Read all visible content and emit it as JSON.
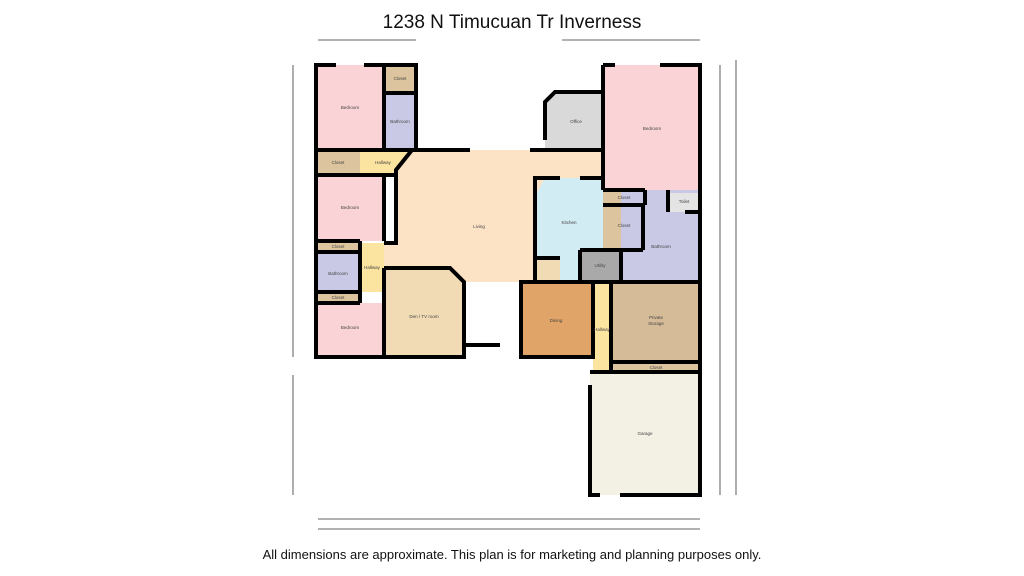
{
  "title": "1238 N Timucuan Tr Inverness",
  "footer": "All dimensions are approximate. This plan is for marketing and planning purposes only.",
  "colors": {
    "bedroom": "#f9d3d6",
    "closet": "#dcc49e",
    "bathroom": "#c9c9e6",
    "hallway": "#fbe3a0",
    "living": "#fde3c6",
    "den": "#f0dbb4",
    "office": "#d9d9d9",
    "kitchen": "#d2ecf3",
    "dining": "#e1a468",
    "utility": "#a9a9a9",
    "storage": "#d6bb98",
    "garage": "#f2f1e4",
    "toilet": "#e4e4e4"
  },
  "rooms": {
    "bedroom_1": "Bedroom",
    "closet_1": "Closet",
    "bathroom_1": "Bathroom",
    "closet_2": "Closet",
    "hallway_1": "Hallway",
    "bedroom_2": "Bedroom",
    "closet_3": "Closet",
    "bathroom_2": "Bathroom",
    "hallway_2": "Hallway",
    "closet_4": "Closet",
    "bedroom_3": "Bedroom",
    "living": "Living",
    "den": "Den / TV room",
    "office": "Office",
    "kitchen": "Kitchen",
    "dining": "Dining",
    "bedroom_master": "Bedroom",
    "closet_5": "Closet",
    "closet_6": "Closet",
    "utility": "Utility",
    "bathroom_master": "Bathroom",
    "toilet": "Toilet",
    "hallway_3": "Hallway",
    "storage_1": "Private",
    "storage_2": "Storage",
    "closet_7": "Closet",
    "garage": "Garage"
  }
}
